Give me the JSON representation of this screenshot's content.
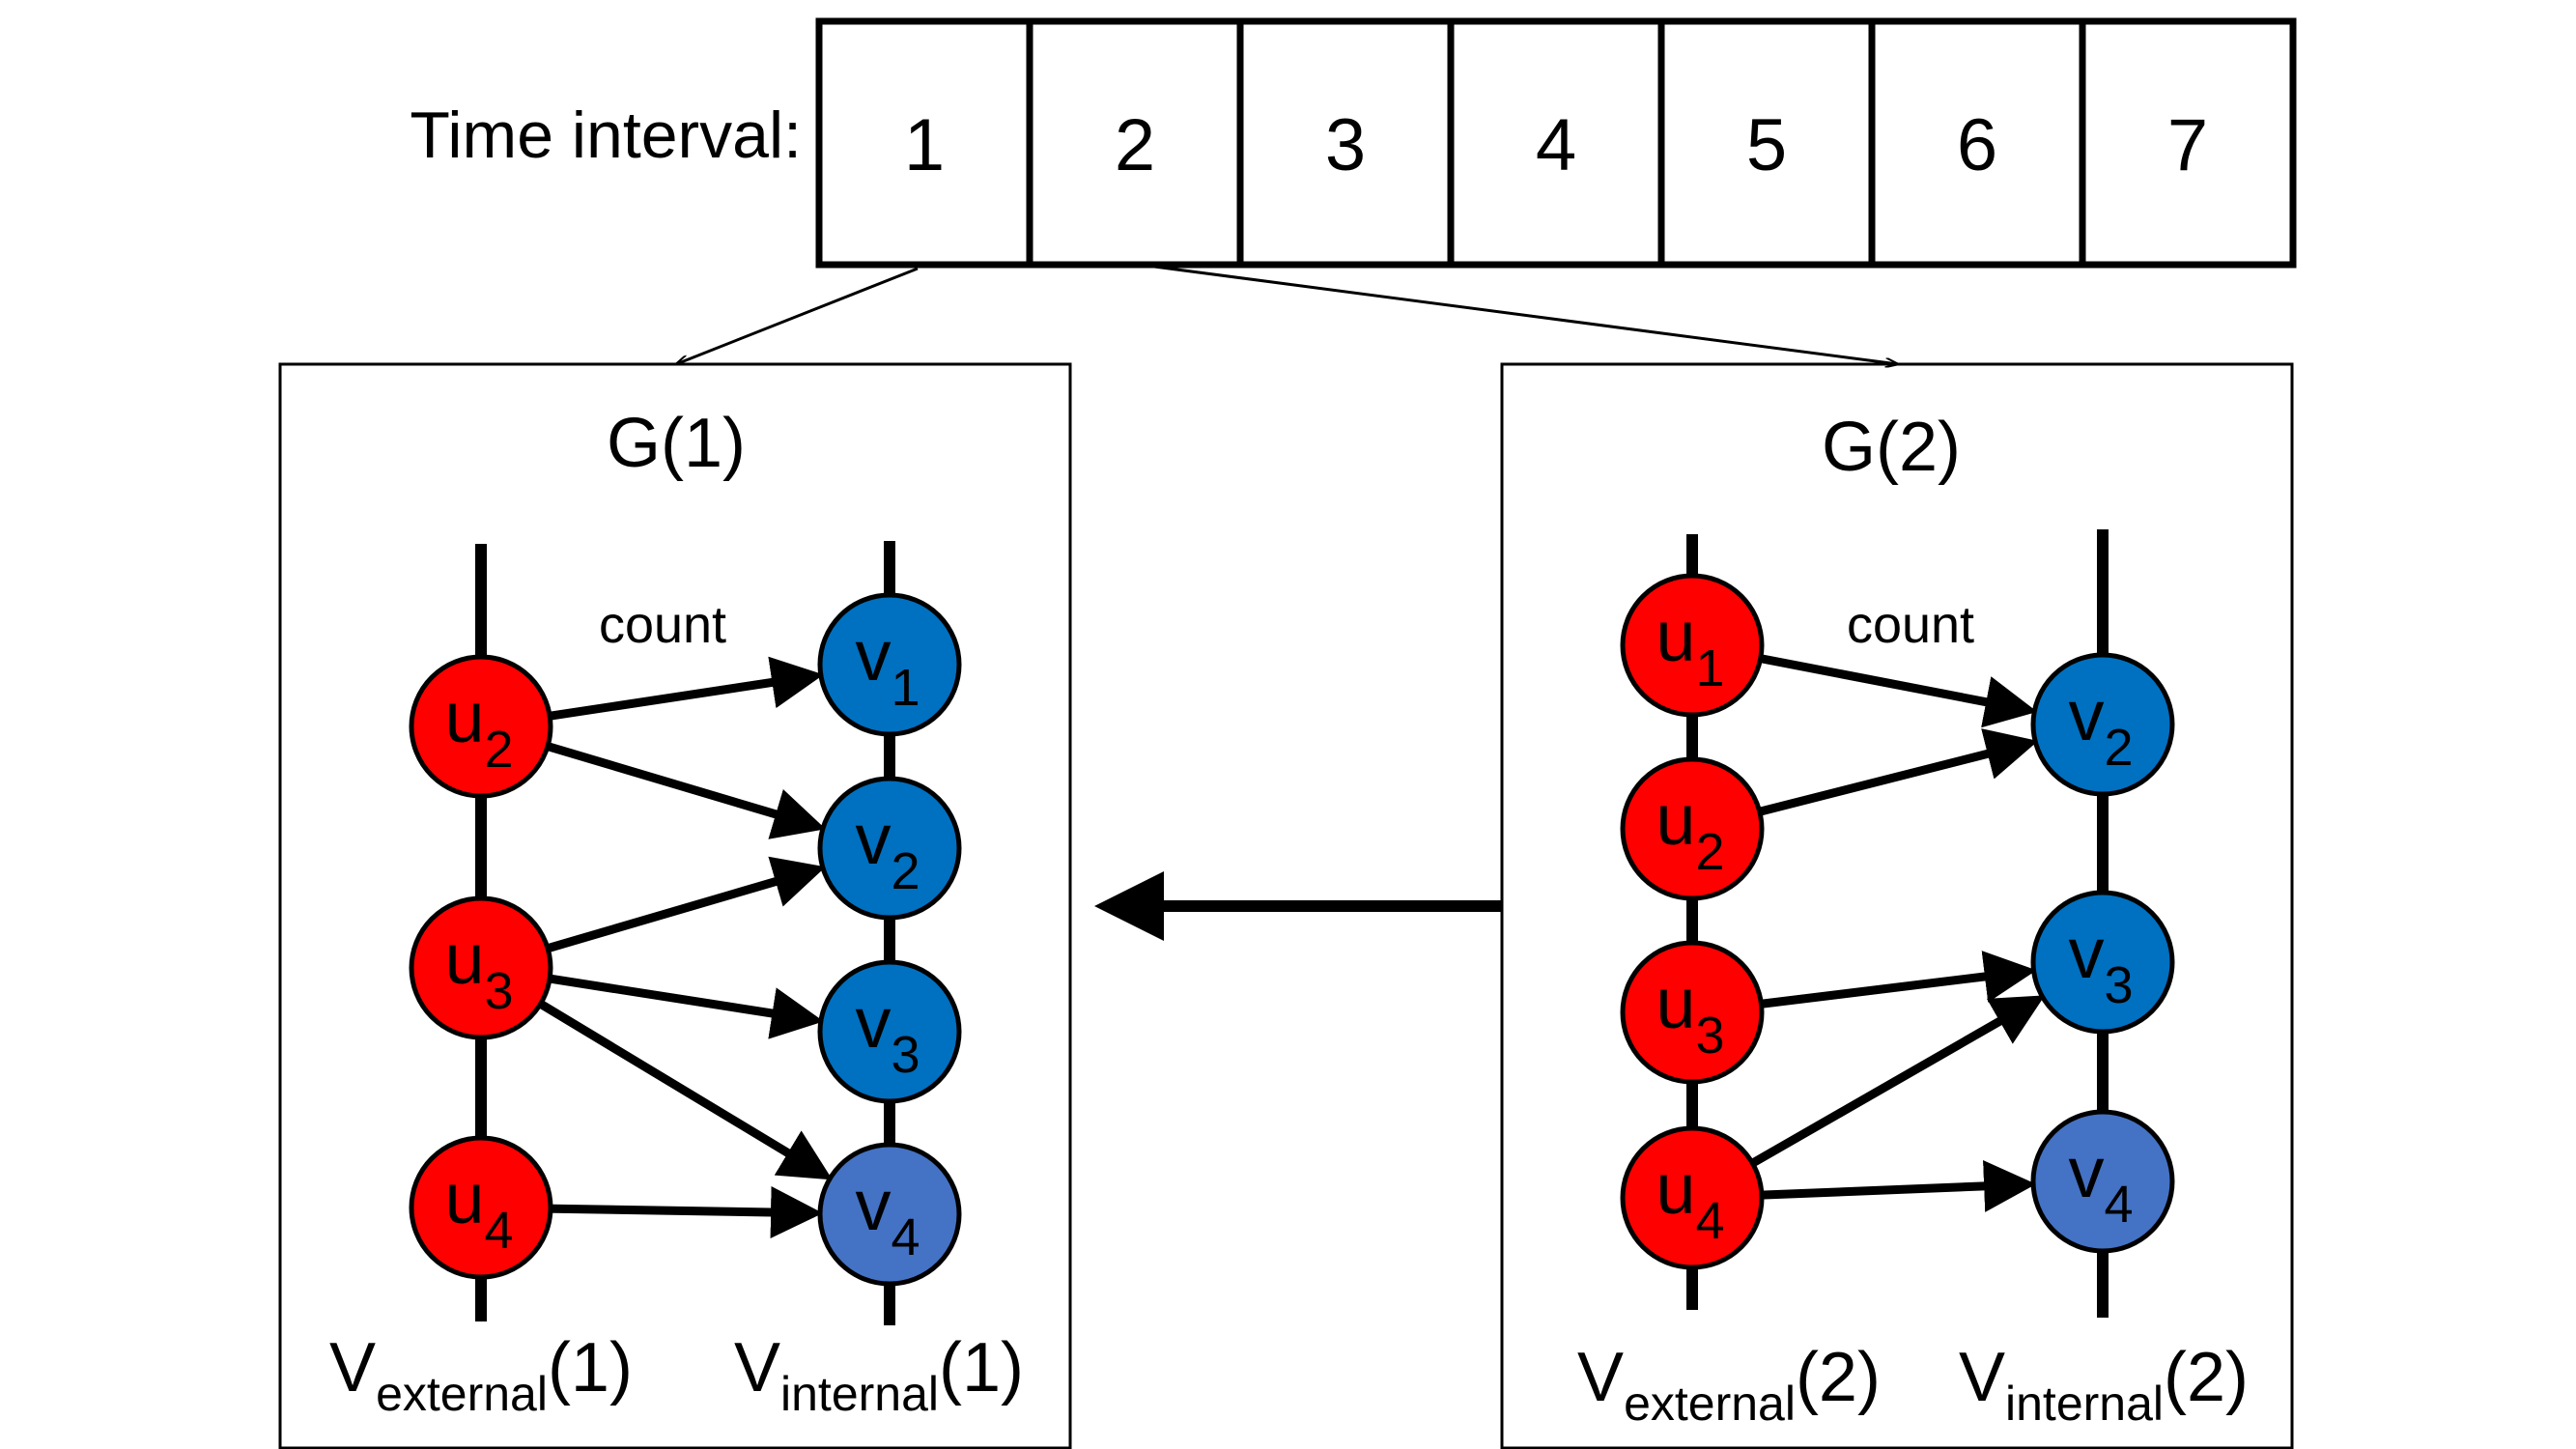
{
  "timeline": {
    "label": "Time interval:",
    "cells": [
      "1",
      "2",
      "3",
      "4",
      "5",
      "6",
      "7"
    ]
  },
  "graphs": [
    {
      "title": "G(1)",
      "edge_label": "count",
      "external_set": {
        "base": "V",
        "sub": "external",
        "suffix": "(1)"
      },
      "internal_set": {
        "base": "V",
        "sub": "internal",
        "suffix": "(1)"
      },
      "external_nodes": [
        {
          "base": "u",
          "sub": "2"
        },
        {
          "base": "u",
          "sub": "3"
        },
        {
          "base": "u",
          "sub": "4"
        }
      ],
      "internal_nodes": [
        {
          "base": "v",
          "sub": "1"
        },
        {
          "base": "v",
          "sub": "2"
        },
        {
          "base": "v",
          "sub": "3"
        },
        {
          "base": "v",
          "sub": "4"
        }
      ],
      "edges": [
        [
          "u2",
          "v1"
        ],
        [
          "u2",
          "v2"
        ],
        [
          "u3",
          "v2"
        ],
        [
          "u3",
          "v3"
        ],
        [
          "u3",
          "v4"
        ],
        [
          "u4",
          "v4"
        ]
      ]
    },
    {
      "title": "G(2)",
      "edge_label": "count",
      "external_set": {
        "base": "V",
        "sub": "external",
        "suffix": "(2)"
      },
      "internal_set": {
        "base": "V",
        "sub": "internal",
        "suffix": "(2)"
      },
      "external_nodes": [
        {
          "base": "u",
          "sub": "1"
        },
        {
          "base": "u",
          "sub": "2"
        },
        {
          "base": "u",
          "sub": "3"
        },
        {
          "base": "u",
          "sub": "4"
        }
      ],
      "internal_nodes": [
        {
          "base": "v",
          "sub": "2"
        },
        {
          "base": "v",
          "sub": "3"
        },
        {
          "base": "v",
          "sub": "4"
        }
      ],
      "edges": [
        [
          "u1",
          "v2"
        ],
        [
          "u2",
          "v2"
        ],
        [
          "u3",
          "v3"
        ],
        [
          "u4",
          "v3"
        ],
        [
          "u4",
          "v4"
        ]
      ]
    }
  ],
  "colors": {
    "external_node": "#ff0000",
    "internal_node": "#0070c0",
    "internal_node_last": "#4472c4",
    "stroke": "#000000"
  }
}
